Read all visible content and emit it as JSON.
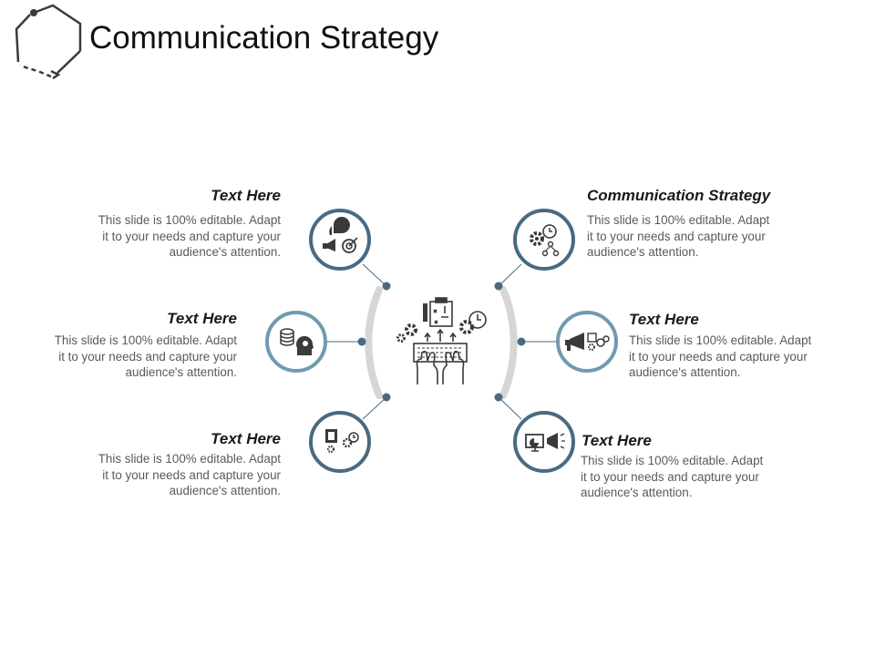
{
  "title": "Communication Strategy",
  "colors": {
    "dark_ring": "#4a6a80",
    "light_ring": "#6f9bb0",
    "arc": "#d6d6d6",
    "dot": "#4a6a80",
    "icon": "#3a3a3a"
  },
  "center": {
    "icon": "hands-keyboard-strategy-icon"
  },
  "items": [
    {
      "id": "top-left",
      "heading": "Text Here",
      "lines": [
        "This slide is 100% editable. Adapt",
        "it to your needs and capture your",
        "audience's attention."
      ],
      "icon": "megaphone-pie-target-icon"
    },
    {
      "id": "mid-left",
      "heading": "Text Here",
      "lines": [
        "This slide is 100% editable. Adapt",
        "it to your needs and capture your",
        "audience's attention."
      ],
      "icon": "coins-head-gear-icon"
    },
    {
      "id": "bottom-left",
      "heading": "Text Here",
      "lines": [
        "This slide is 100% editable. Adapt",
        "it to your needs and capture your",
        "audience's attention."
      ],
      "icon": "clipboard-gears-clock-icon"
    },
    {
      "id": "top-right",
      "heading": "Communication Strategy",
      "lines": [
        "This slide is 100% editable. Adapt",
        "it to your needs and capture your",
        "audience's attention."
      ],
      "icon": "gear-clock-network-icon"
    },
    {
      "id": "mid-right",
      "heading": "Text Here",
      "lines": [
        "This slide is 100% editable. Adapt",
        "it to your needs and capture your",
        "audience's attention."
      ],
      "icon": "megaphone-gears-icon"
    },
    {
      "id": "bottom-right",
      "heading": "Text Here",
      "lines": [
        "This slide is 100% editable. Adapt",
        "it to your needs and capture your",
        "audience's attention."
      ],
      "icon": "monitor-megaphone-icon"
    }
  ]
}
